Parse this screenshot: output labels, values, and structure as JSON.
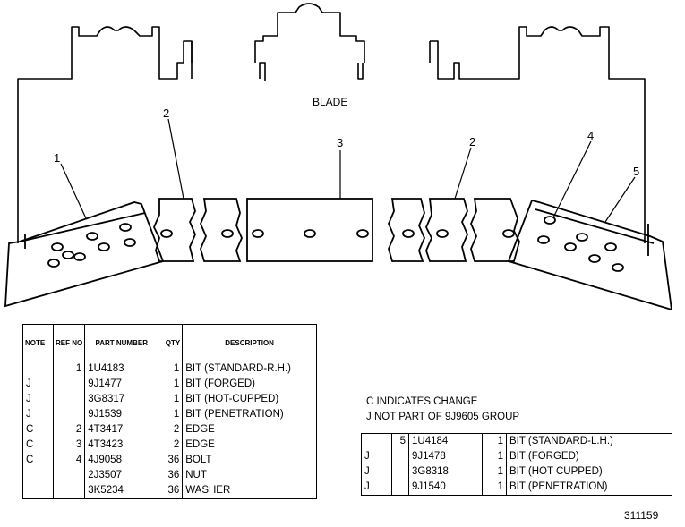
{
  "diagram": {
    "blade_label": "BLADE",
    "callouts": [
      "1",
      "2",
      "3",
      "2",
      "4",
      "5"
    ],
    "figure_number": "311159"
  },
  "table1": {
    "headers": {
      "note": "NOTE",
      "ref": "REF NO",
      "part": "PART NUMBER",
      "qty": "QTY",
      "desc": "DESCRIPTION"
    },
    "rows": [
      {
        "note": "",
        "ref": "1",
        "part": "1U4183",
        "qty": "1",
        "desc": "BIT (STANDARD-R.H.)"
      },
      {
        "note": "J",
        "ref": "",
        "part": "9J1477",
        "qty": "1",
        "desc": "BIT (FORGED)"
      },
      {
        "note": "J",
        "ref": "",
        "part": "3G8317",
        "qty": "1",
        "desc": "BIT (HOT-CUPPED)"
      },
      {
        "note": "J",
        "ref": "",
        "part": "9J1539",
        "qty": "1",
        "desc": "BIT (PENETRATION)"
      },
      {
        "note": "C",
        "ref": "2",
        "part": "4T3417",
        "qty": "2",
        "desc": "EDGE"
      },
      {
        "note": "C",
        "ref": "3",
        "part": "4T3423",
        "qty": "2",
        "desc": "EDGE"
      },
      {
        "note": "C",
        "ref": "4",
        "part": "4J9058",
        "qty": "36",
        "desc": "BOLT"
      },
      {
        "note": "",
        "ref": "",
        "part": "2J3507",
        "qty": "36",
        "desc": "NUT"
      },
      {
        "note": "",
        "ref": "",
        "part": "3K5234",
        "qty": "36",
        "desc": "WASHER"
      }
    ]
  },
  "notes": [
    "C    INDICATES CHANGE",
    "J NOT PART OF 9J9605 GROUP"
  ],
  "table2": {
    "rows": [
      {
        "note": "",
        "ref": "5",
        "part": "1U4184",
        "qty": "1",
        "desc": "BIT (STANDARD-L.H.)"
      },
      {
        "note": "J",
        "ref": "",
        "part": "9J1478",
        "qty": "1",
        "desc": "BIT (FORGED)"
      },
      {
        "note": "J",
        "ref": "",
        "part": "3G8318",
        "qty": "1",
        "desc": "BIT (HOT CUPPED)"
      },
      {
        "note": "J",
        "ref": "",
        "part": "9J1540",
        "qty": "1",
        "desc": "BIT (PENETRATION)"
      }
    ]
  }
}
